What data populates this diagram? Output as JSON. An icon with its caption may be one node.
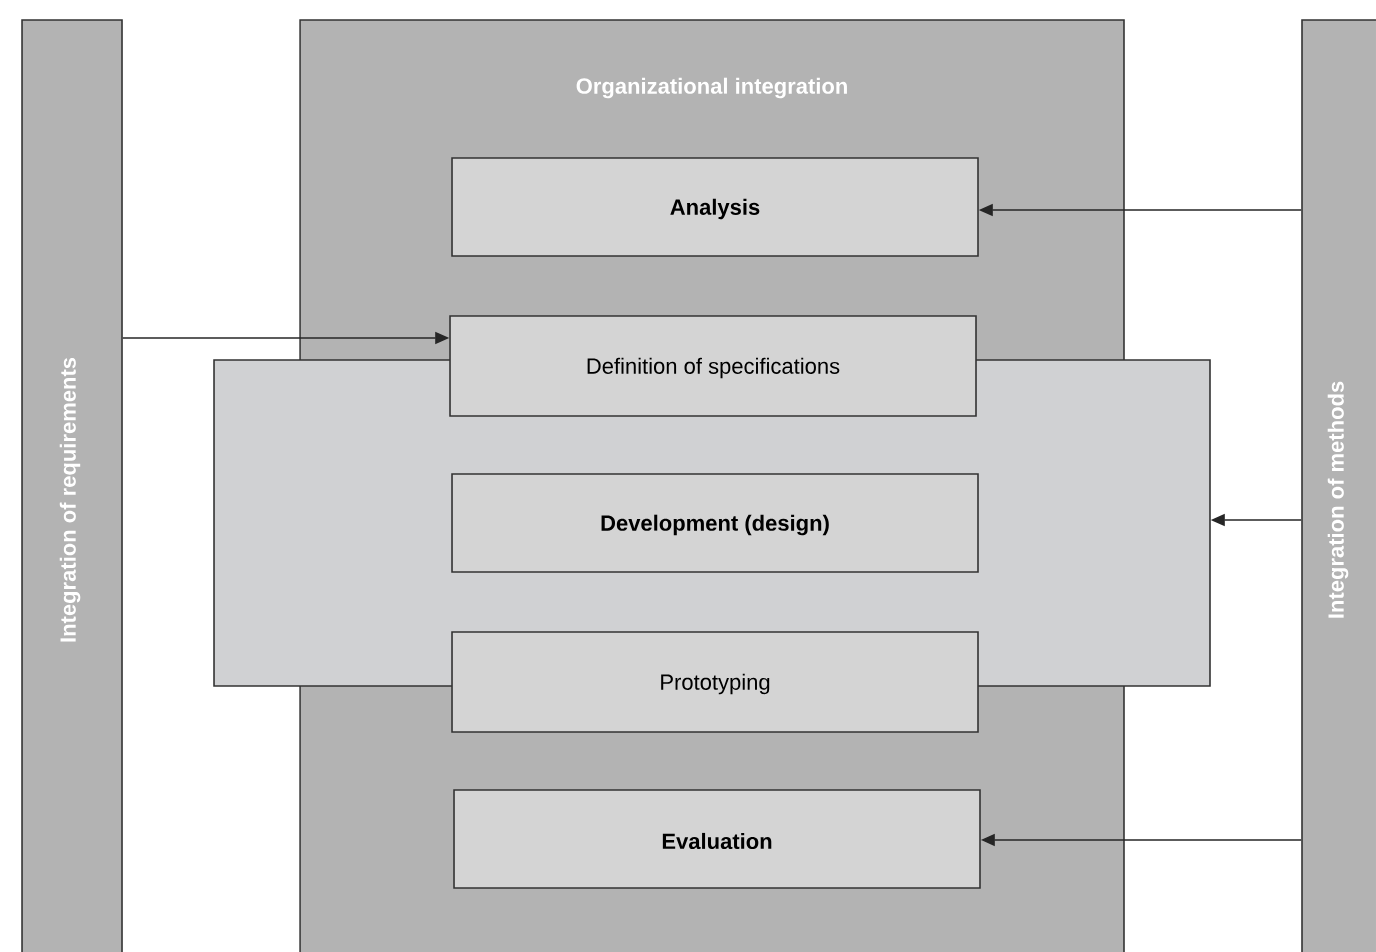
{
  "diagram": {
    "nodes": [
      {
        "text": [
          "Integration of requirements"
        ]
      },
      {
        "text": [
          "Organizational integration"
        ]
      },
      {
        "text": [
          "Analysis"
        ],
        "in": 1
      },
      {
        "text": [],
        "shape": "box"
      },
      {
        "text": [
          "Definition of specifications"
        ],
        "in": 1
      },
      {
        "text": [
          "Development (design)"
        ],
        "in": 3
      },
      {
        "text": [
          "Prototyping"
        ],
        "in": 1
      },
      {
        "text": [
          "Evaluation"
        ],
        "in": 1
      },
      {
        "text": [
          "Integration of methods"
        ]
      }
    ],
    "edges": [
      {
        "from": 0,
        "to": 4,
        "arrow": "to"
      },
      {
        "from": 8,
        "to": 2,
        "arrow": "to"
      },
      {
        "from": 8,
        "to": 3,
        "arrow": "to"
      },
      {
        "from": 8,
        "to": 7,
        "arrow": "to"
      }
    ]
  }
}
